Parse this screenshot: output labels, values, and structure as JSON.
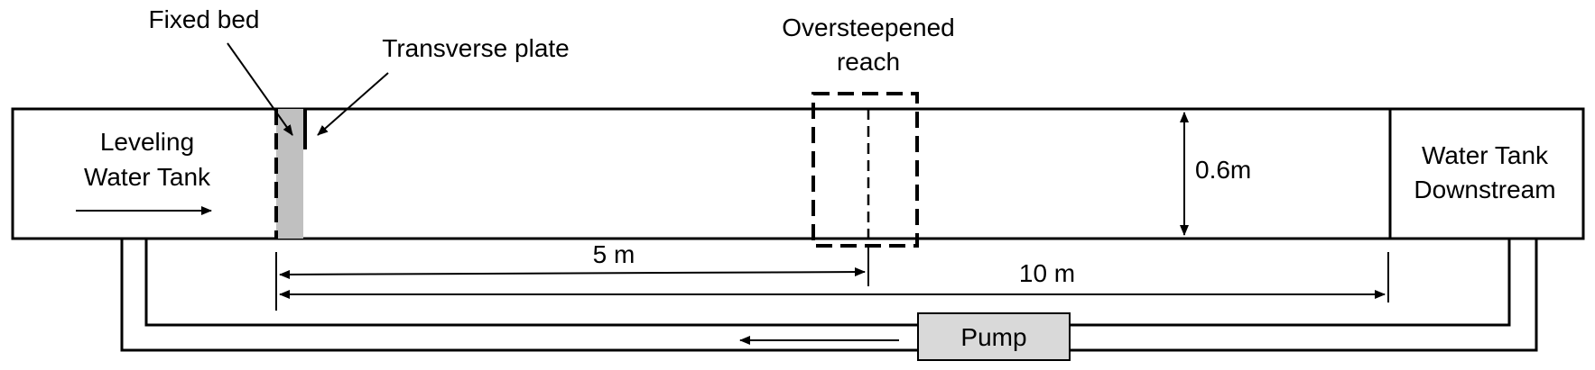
{
  "labels": {
    "fixed_bed": "Fixed bed",
    "transverse_plate": "Transverse plate",
    "oversteepened_line1": "Oversteepened",
    "oversteepened_line2": "reach",
    "leveling_line1": "Leveling",
    "leveling_line2": "Water Tank",
    "downstream_line1": "Water Tank",
    "downstream_line2": "Downstream",
    "height": "0.6m",
    "dist_5m": "5 m",
    "dist_10m": "10 m",
    "pump": "Pump"
  },
  "colors": {
    "fixed_bed_fill": "#c0c0c0",
    "pump_fill": "#d9d9d9",
    "line": "#000000"
  }
}
